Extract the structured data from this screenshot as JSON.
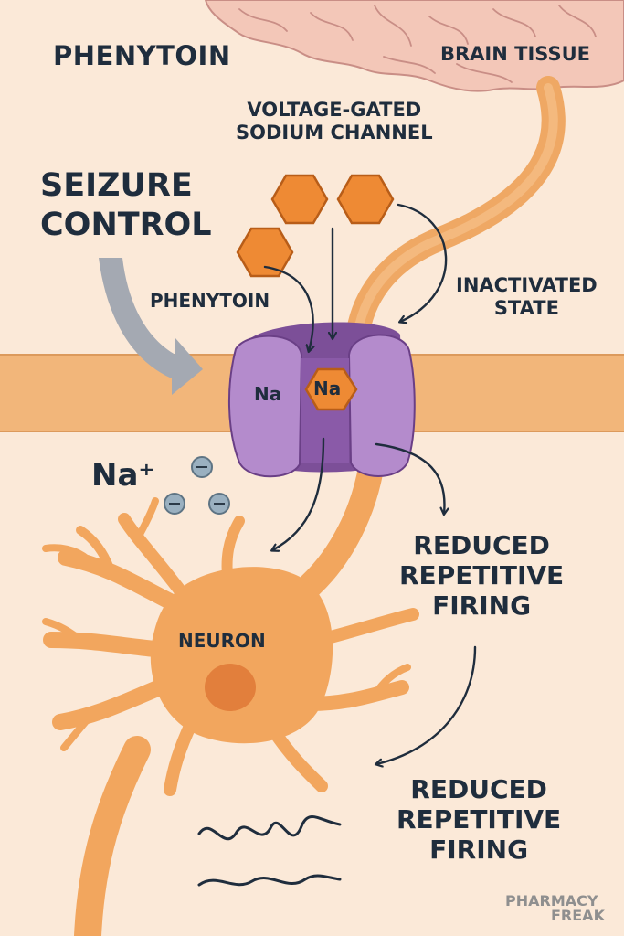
{
  "title": "PHENYTOIN",
  "brain_label": "BRAIN TISSUE",
  "channel": {
    "title_line1": "VOLTAGE-GATED",
    "title_line2": "SODIUM CHANNEL",
    "na_left": "Na",
    "na_inner": "Na"
  },
  "seizure": {
    "line1": "SEIZURE",
    "line2": "CONTROL"
  },
  "phenytoin_label": "PHENYTOIN",
  "inactivated": {
    "line1": "INACTIVATED",
    "line2": "STATE"
  },
  "ion_label": "Na⁺",
  "neuron_label": "NEURON",
  "outcome_1": {
    "line1": "REDUCED",
    "line2": "REPETITIVE",
    "line3": "FIRING"
  },
  "outcome_2": {
    "line1": "REDUCED",
    "line2": "REPETITIVE",
    "line3": "FIRING"
  },
  "brand": {
    "line1": "PHARMACY",
    "line2": "FREAK"
  },
  "colors": {
    "background": "#fbe9d8",
    "membrane": "#f2b67a",
    "neuron": "#f2a65e",
    "channel": "#9b6bb5",
    "drug": "#e8893a",
    "brain": "#f3c7b8",
    "arrow": "#1f2d3d"
  },
  "icons": [
    "brain-tissue",
    "hexagon-molecule",
    "sodium-channel",
    "sodium-ion",
    "neuron",
    "wave"
  ]
}
